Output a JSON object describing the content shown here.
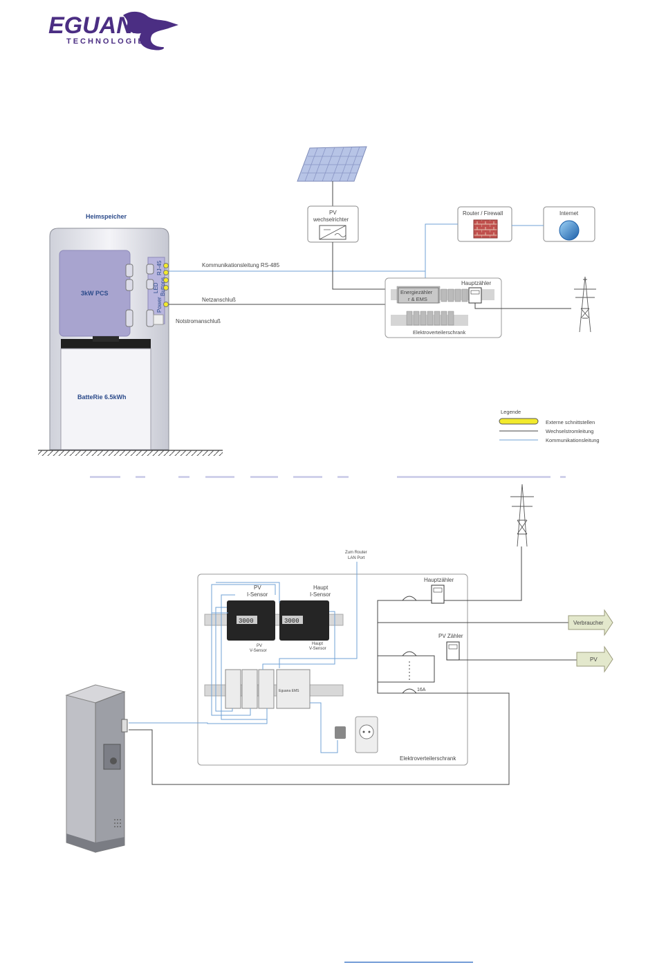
{
  "brand": {
    "name": "EGUANA",
    "sub": "TECHNOLOGIES",
    "color": "#4b2e83"
  },
  "colors": {
    "ac_line": "#444444",
    "comm_line": "#6fa2d6",
    "external_port": "#f2ea2c",
    "unit_purple": "#a8a4cf"
  },
  "top": {
    "unit_title": "Heimspeicher",
    "pcs_label": "3kW PCS",
    "battery_label": "BatteRie  6.5kWh",
    "side_labels": [
      "RJ-45",
      "LED",
      "Buttons",
      "Power"
    ],
    "lines": {
      "comm": "Kommunikationsleitung  RS-485",
      "grid": "Netzanschluß",
      "emergency": "Notstromanschluß"
    },
    "pv_inverter": [
      "PV",
      "wechselrichter"
    ],
    "router": "Router / Firewall",
    "internet": "Internet",
    "meter_ems": [
      "Energiezähler",
      "r & EMS"
    ],
    "main_meter": "Hauptzähler",
    "cabinet": "Elektroverteilerschrank",
    "legend": {
      "title": "Legende",
      "items": [
        "Externe schnittstellen",
        "Wechselstromleitung",
        "Kommunikationsleitung"
      ]
    }
  },
  "bottom": {
    "router_note": [
      "Zum Router",
      "LAN Port"
    ],
    "pv_i_sensor": [
      "PV",
      "I-Sensor"
    ],
    "main_i_sensor": [
      "Haupt",
      "I-Sensor"
    ],
    "pv_v_sensor": [
      "PV",
      "V-Sensor"
    ],
    "main_v_sensor": [
      "Haupt",
      "V-Sensor"
    ],
    "display_1": "3000",
    "display_2": "3000",
    "ems_label": "Eguana EMS",
    "main_meter": "Hauptzähler",
    "pv_meter": "PV Zähler",
    "fuse": "16A",
    "consumer_arrow": "Verbraucher",
    "pv_arrow": "PV",
    "cabinet": "Elektroverteilerschrank"
  }
}
